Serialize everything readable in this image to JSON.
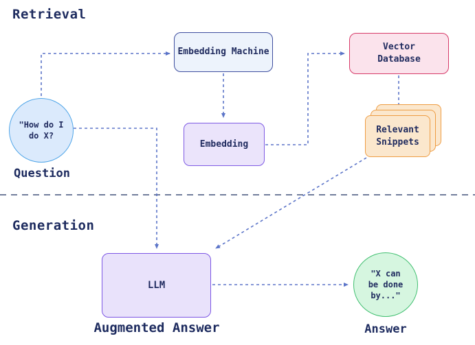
{
  "headings": {
    "retrieval": "Retrieval",
    "generation": "Generation"
  },
  "nodes": {
    "question": {
      "text": "\"How do I\ndo X?",
      "label": "Question"
    },
    "embedding_machine": {
      "text": "Embedding Machine"
    },
    "vector_database": {
      "text": "Vector\nDatabase"
    },
    "embedding": {
      "text": "Embedding"
    },
    "relevant_snippets": {
      "text": "Relevant\nSnippets"
    },
    "llm": {
      "text": "LLM",
      "label": "Augmented Answer"
    },
    "answer": {
      "text": "\"X can\nbe done\nby...\"",
      "label": "Answer"
    }
  },
  "colors": {
    "heading_text": "#1c2a5e",
    "node_text": "#1f2a5e",
    "arrow": "#5b74c8",
    "divider": "#5d6b8d",
    "question_fill": "#dbeafc",
    "question_border": "#4fa5e8",
    "embedding_machine_fill": "#edf3fc",
    "embedding_machine_border": "#3d4d9e",
    "vector_database_fill": "#fbe3ec",
    "vector_database_border": "#d63867",
    "embedding_fill": "#ebe4fb",
    "embedding_border": "#7e5ae4",
    "snippets_fill": "#fbe7cd",
    "snippets_border": "#ee9c42",
    "llm_fill": "#e9e2fb",
    "llm_border": "#7c55e4",
    "answer_fill": "#d6f6e0",
    "answer_border": "#41bf70"
  }
}
